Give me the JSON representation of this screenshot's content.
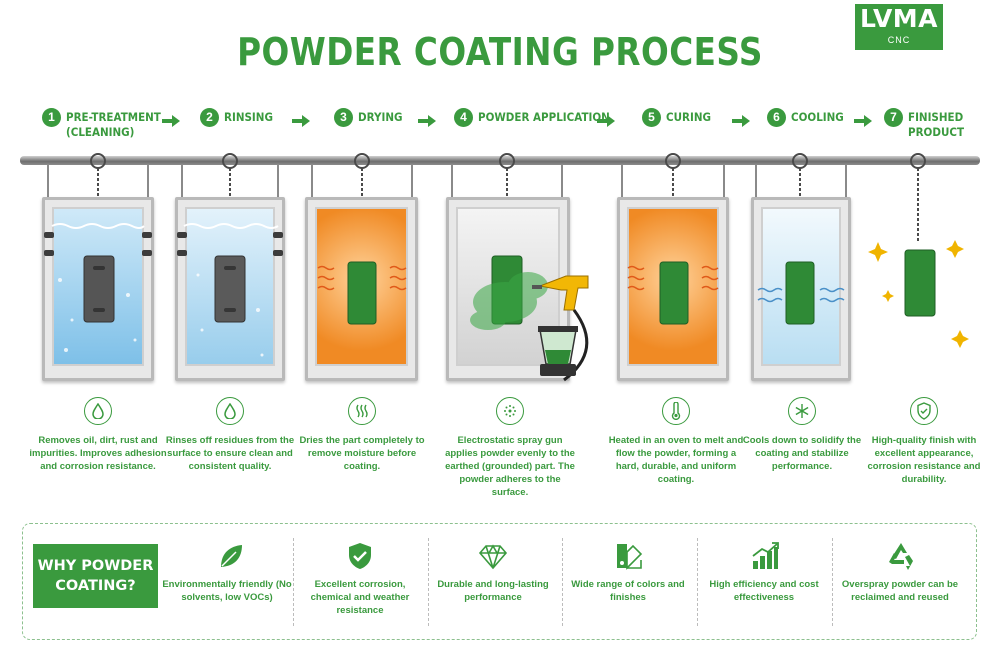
{
  "brand": {
    "name": "LVMA",
    "sub": "CNC"
  },
  "title": "POWDER COATING PROCESS",
  "colors": {
    "green": "#3a9a3e",
    "orange": "#f08a24",
    "blue": "#9cd0ee"
  },
  "steps": [
    {
      "num": "1",
      "label": "PRE-TREATMENT\n(CLEANING)",
      "icon": "water-drop-icon",
      "description": "Removes oil, dirt, rust and impurities. Improves adhesion and corrosion resistance."
    },
    {
      "num": "2",
      "label": "RINSING",
      "icon": "water-drop-icon",
      "description": "Rinses off residues from the surface to ensure clean and consistent quality."
    },
    {
      "num": "3",
      "label": "DRYING",
      "icon": "heat-waves-icon",
      "description": "Dries the part completely to remove moisture before coating."
    },
    {
      "num": "4",
      "label": "POWDER APPLICATION",
      "icon": "spray-particles-icon",
      "description": "Electrostatic spray gun applies powder evenly to the earthed (grounded) part. The powder adheres to the surface."
    },
    {
      "num": "5",
      "label": "CURING",
      "icon": "thermometer-icon",
      "description": "Heated in an oven to melt and flow the powder, forming a hard, durable, and uniform coating."
    },
    {
      "num": "6",
      "label": "COOLING",
      "icon": "snowflake-icon",
      "description": "Cools down to solidify the coating and stabilize performance."
    },
    {
      "num": "7",
      "label": "FINISHED\nPRODUCT",
      "icon": "shield-check-icon",
      "description": "High-quality finish with excellent appearance, corrosion resistance and durability."
    }
  ],
  "why": {
    "label": "WHY POWDER\nCOATING?",
    "items": [
      {
        "icon": "leaf-icon",
        "text": "Environmentally friendly (No solvents, low VOCs)"
      },
      {
        "icon": "shield-check-icon",
        "text": "Excellent corrosion, chemical and weather resistance"
      },
      {
        "icon": "diamond-icon",
        "text": "Durable and long-lasting performance"
      },
      {
        "icon": "color-swatch-icon",
        "text": "Wide range of colors and finishes"
      },
      {
        "icon": "growth-chart-icon",
        "text": "High efficiency and cost effectiveness"
      },
      {
        "icon": "recycle-icon",
        "text": "Overspray powder can be reclaimed and reused"
      }
    ]
  }
}
